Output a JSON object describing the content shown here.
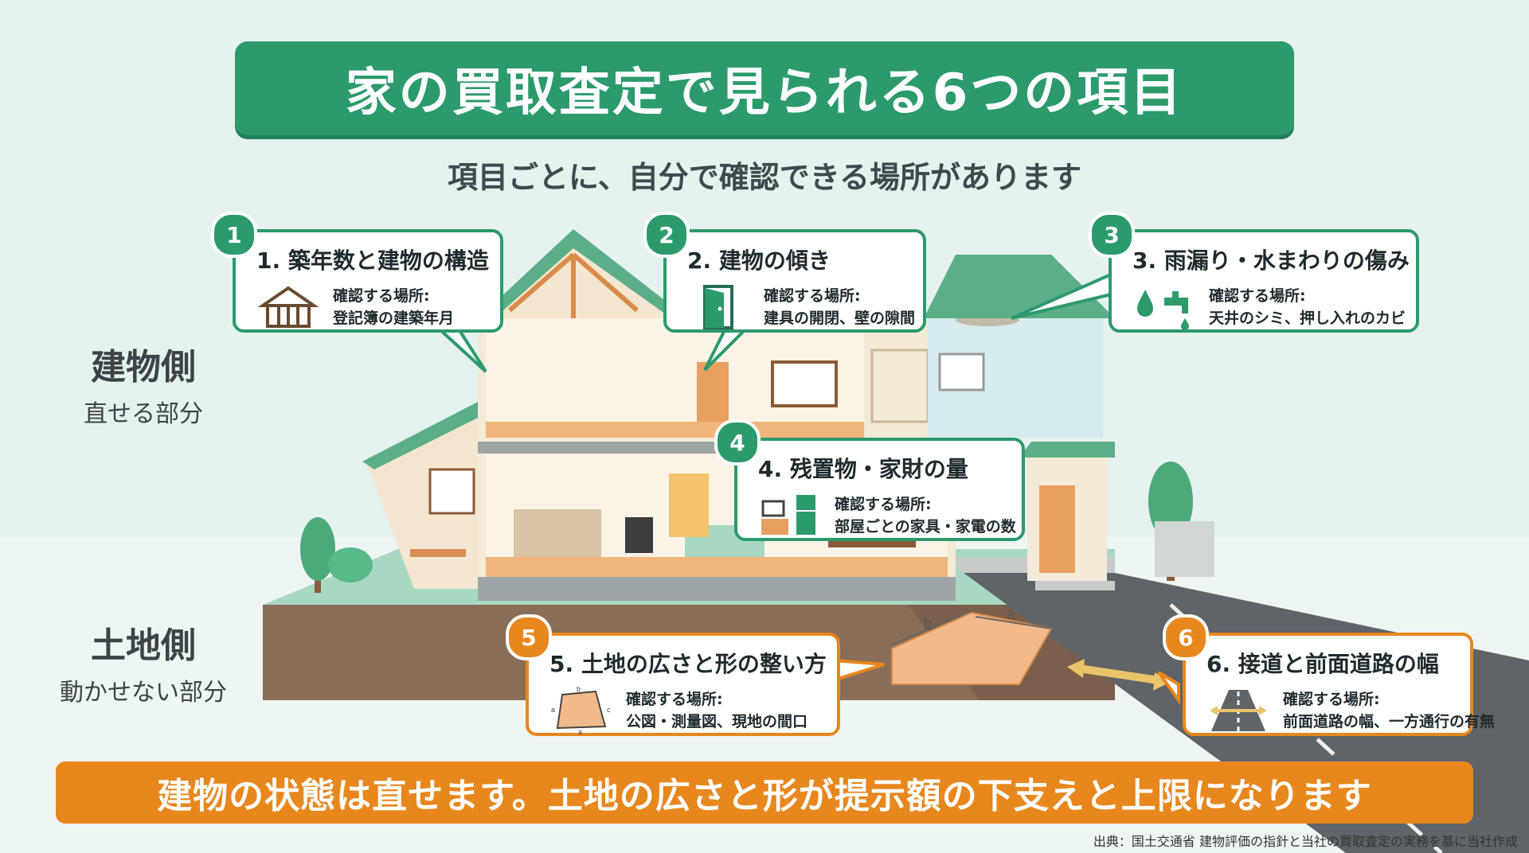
{
  "title": "家の買取査定で見られる6つの項目",
  "subtitle": "項目ごとに、自分で確認できる場所があります",
  "side_labels": {
    "building": {
      "main": "建物側",
      "sub": "直せる部分"
    },
    "land": {
      "main": "土地側",
      "sub": "動かせない部分"
    }
  },
  "callouts": [
    {
      "number": "1",
      "title": "1. 築年数と建物の構造",
      "line1": "確認する場所:",
      "line2": "登記簿の建築年月",
      "icon": "house-frame-icon"
    },
    {
      "number": "2",
      "title": "2. 建物の傾き",
      "line1": "確認する場所:",
      "line2": "建具の開閉、壁の隙間",
      "icon": "door-icon"
    },
    {
      "number": "3",
      "title": "3. 雨漏り・水まわりの傷み",
      "line1": "確認する場所:",
      "line2": "天井のシミ、押し入れのカビ",
      "icon": "water-drop-faucet-icon"
    },
    {
      "number": "4",
      "title": "4. 残置物・家財の量",
      "line1": "確認する場所:",
      "line2": "部屋ごとの家具・家電の数",
      "icon": "furniture-icon"
    },
    {
      "number": "5",
      "title": "5. 土地の広さと形の整い方",
      "line1": "確認する場所:",
      "line2": "公図・測量図、現地の間口",
      "icon": "land-shape-icon"
    },
    {
      "number": "6",
      "title": "6. 接道と前面道路の幅",
      "line1": "確認する場所:",
      "line2": "前面道路の幅、一方通行の有無",
      "icon": "road-width-icon"
    }
  ],
  "plot_labels": {
    "a": "a",
    "b": "b"
  },
  "land_icon_labels": {
    "top": "b",
    "left": "a",
    "right": "c",
    "bottom": "a"
  },
  "bottom_banner": "建物の状態は直せます。土地の広さと形が提示額の下支えと上限になります",
  "source": "出典：国土交通省 建物評価の指針と当社の買取査定の実務を基に当社作成",
  "colors": {
    "green": "#2d9a6c",
    "orange": "#e8871e",
    "wood": "#e8a060",
    "road": "#5e6468"
  }
}
